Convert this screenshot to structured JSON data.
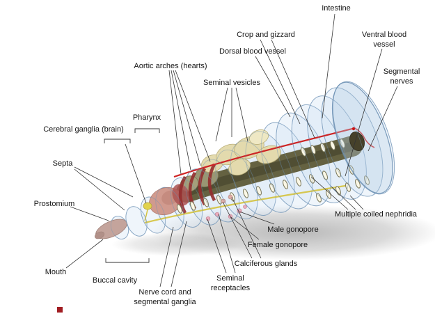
{
  "labels": {
    "intestine": "Intestine",
    "crop_gizzard": "Crop and gizzard",
    "ventral_blood_vessel": "Ventral blood vessel",
    "dorsal_blood_vessel": "Dorsal blood vessel",
    "segmental_nerves": "Segmental nerves",
    "aortic_arches": "Aortic arches (hearts)",
    "seminal_vesicles": "Seminal vesicles",
    "pharynx": "Pharynx",
    "cerebral_ganglia": "Cerebral ganglia (brain)",
    "septa": "Septa",
    "prostomium": "Prostomium",
    "mouth": "Mouth",
    "buccal_cavity": "Buccal cavity",
    "nerve_cord": "Nerve cord and segmental ganglia",
    "seminal_receptacles": "Seminal receptacles",
    "calciferous_glands": "Calciferous glands",
    "female_gonopore": "Female gonopore",
    "male_gonopore": "Male gonopore",
    "multiple_coiled_nephridia": "Multiple coiled nephridia"
  },
  "colors": {
    "body_fill": "#cfe2f3",
    "body_outline": "#7496b9",
    "intestine": "#5c5834",
    "seminal_vesicles": "#e3d9a8",
    "blood_vessel_red": "#cc1515",
    "hearts_dark_red": "#8e1f1f",
    "pharynx_pink": "#cf9486",
    "nerve_cord_yellow": "#d4c030",
    "nephridia_white": "#fdf8e4",
    "shadow_gray": "#7d7d7d",
    "corner_marker_red": "#a11d22",
    "label_text": "#161616"
  }
}
